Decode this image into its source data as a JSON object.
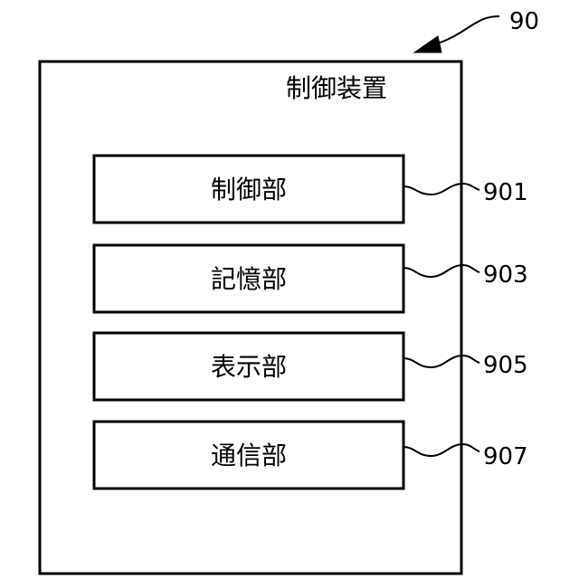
{
  "diagram": {
    "reference": "90",
    "title": "制御装置",
    "units": [
      {
        "label": "制御部",
        "reference": "901"
      },
      {
        "label": "記憶部",
        "reference": "903"
      },
      {
        "label": "表示部",
        "reference": "905"
      },
      {
        "label": "通信部",
        "reference": "907"
      }
    ]
  }
}
